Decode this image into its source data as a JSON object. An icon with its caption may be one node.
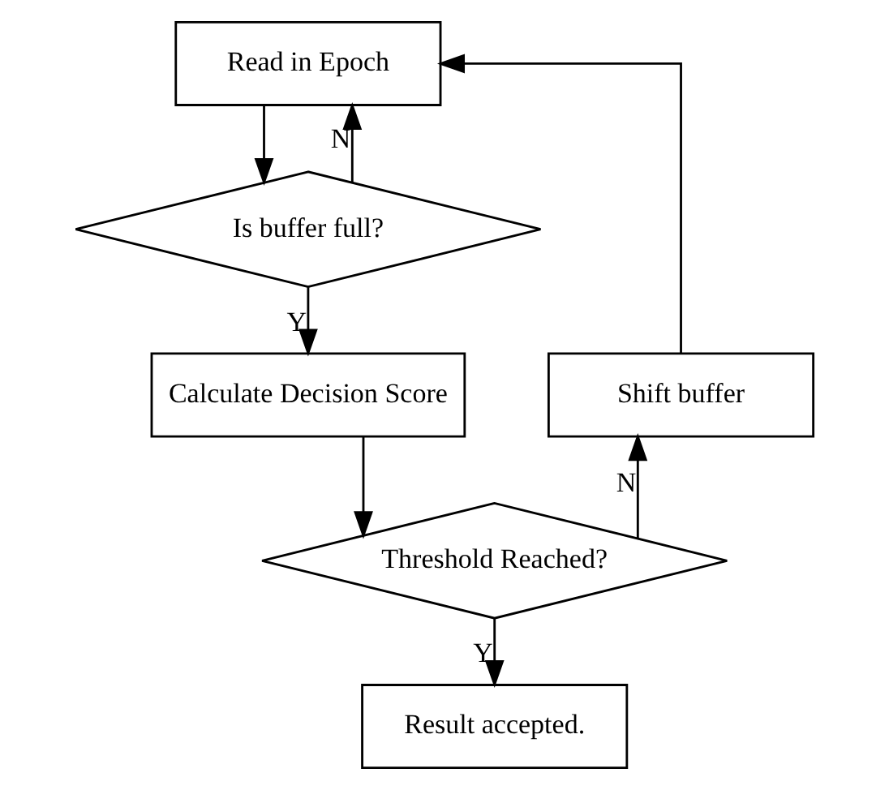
{
  "diagram": {
    "nodes": [
      {
        "text": [
          "Read in Epoch"
        ]
      },
      {
        "text": [
          "Is buffer full?"
        ]
      },
      {
        "text": [
          "Calculate Decision Score"
        ]
      },
      {
        "text": [
          "Threshold Reached?"
        ]
      },
      {
        "text": [
          "Result accepted."
        ]
      },
      {
        "text": [
          "Shift buffer"
        ]
      }
    ],
    "edges": [
      {
        "from": 0,
        "to": 1,
        "arrow": "to"
      },
      {
        "from": 1,
        "to": 0,
        "arrow": "to",
        "label": "N"
      },
      {
        "from": 1,
        "to": 2,
        "arrow": "to",
        "label": "Y"
      },
      {
        "from": 2,
        "to": 3,
        "arrow": "to"
      },
      {
        "from": 3,
        "to": 5,
        "arrow": "to",
        "label": "N"
      },
      {
        "from": 3,
        "to": 4,
        "arrow": "to",
        "label": "Y"
      },
      {
        "from": 5,
        "to": 0,
        "arrow": "to"
      }
    ]
  }
}
